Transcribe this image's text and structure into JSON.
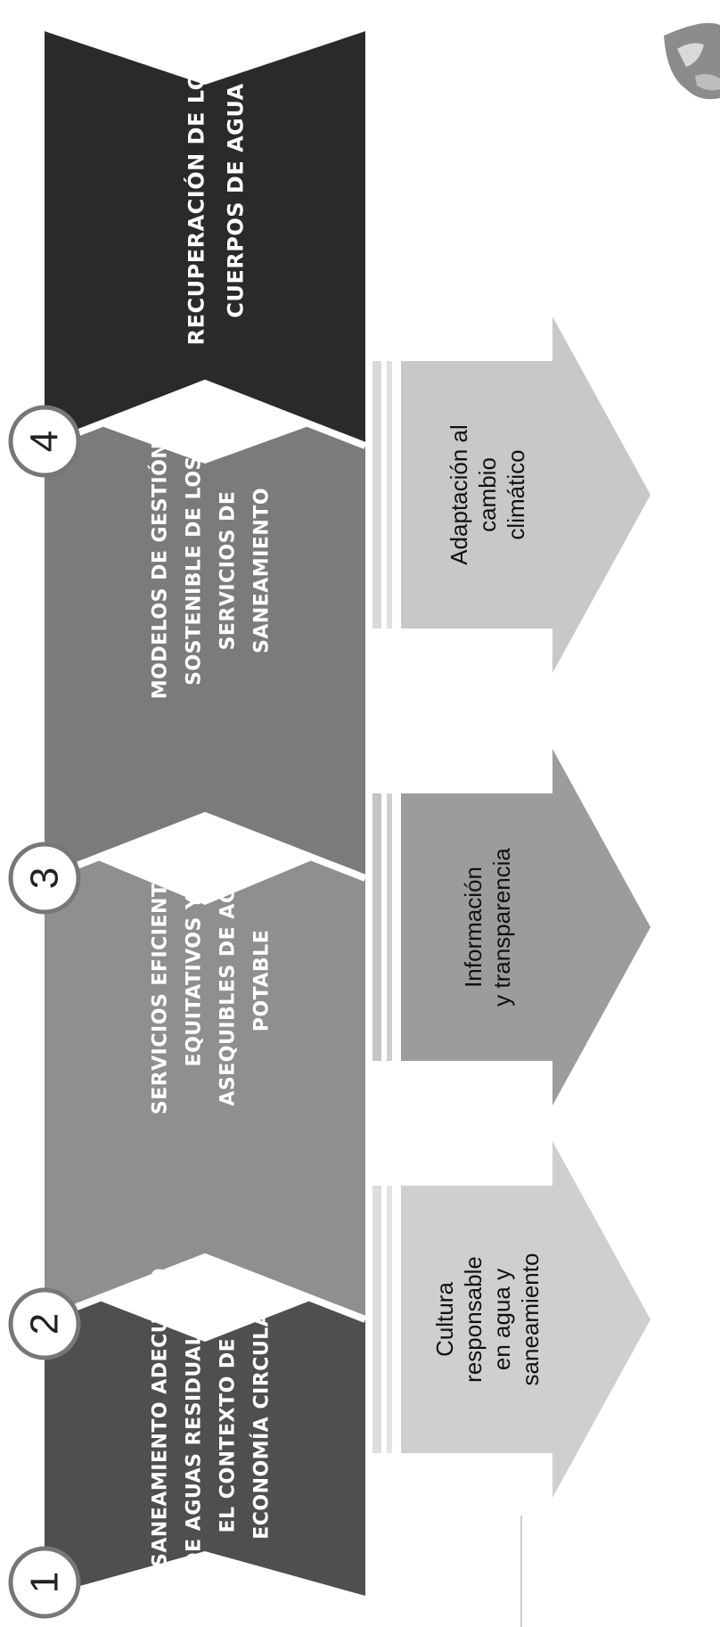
{
  "colors": {
    "chevron_1": "#4f4f4f",
    "chevron_2": "#8f8f8f",
    "chevron_3": "#7b7b7b",
    "chevron_4": "#2a2a2a",
    "arrow_1": "#cfcfcf",
    "arrow_2": "#9c9c9c",
    "arrow_3": "#c8c8c8",
    "text_light": "#ffffff",
    "text_dark": "#111111"
  },
  "stages": [
    {
      "number": "1",
      "lines": [
        "SANEAMIENTO ADECUADO",
        "DE AGUAS RESIDUALES EN",
        "EL CONTEXTO DE LA",
        "ECONOMÍA CIRCULAR"
      ]
    },
    {
      "number": "2",
      "lines": [
        "SERVICIOS EFICIENTES,",
        "EQUITATIVOS Y",
        "ASEQUIBLES DE AGUA",
        "POTABLE"
      ]
    },
    {
      "number": "3",
      "lines": [
        "MODELOS DE GESTIÓN",
        "SOSTENIBLE DE LOS",
        "SERVICIOS DE",
        "SANEAMIENTO"
      ]
    },
    {
      "number": "4",
      "lines": [
        "RECUPERACIÓN DE LOS",
        "CUERPOS DE AGUA"
      ]
    }
  ],
  "pillars": [
    {
      "lines": [
        "Cultura",
        "responsable",
        "en agua y",
        "saneamiento"
      ]
    },
    {
      "lines": [
        "Información",
        "y transparencia"
      ]
    },
    {
      "lines": [
        "Adaptación al",
        "cambio",
        "climático"
      ]
    }
  ]
}
